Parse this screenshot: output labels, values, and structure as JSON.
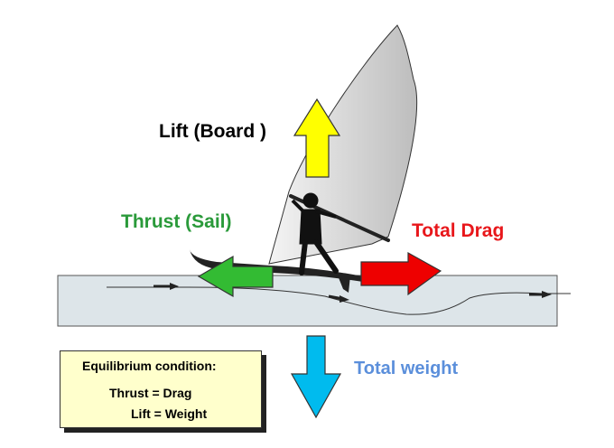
{
  "labels": {
    "lift": "Lift (Board )",
    "thrust": "Thrust (Sail)",
    "drag": "Total Drag",
    "weight": "Total weight"
  },
  "equilibrium": {
    "title": "Equilibrium condition:",
    "line1": "Thrust = Drag",
    "line2": "Lift = Weight"
  },
  "colors": {
    "lift_arrow": "#ffff00",
    "thrust_arrow": "#33bb33",
    "drag_arrow": "#ee0000",
    "weight_arrow": "#00bbee",
    "thrust_text": "#2a9a3a",
    "drag_text": "#e8171b",
    "weight_text": "#5b8fdb",
    "water": "#dde5e9",
    "box_fill": "#ffffcc",
    "sail_dark": "#bdbdbd",
    "sail_light": "#f4f4f4"
  }
}
